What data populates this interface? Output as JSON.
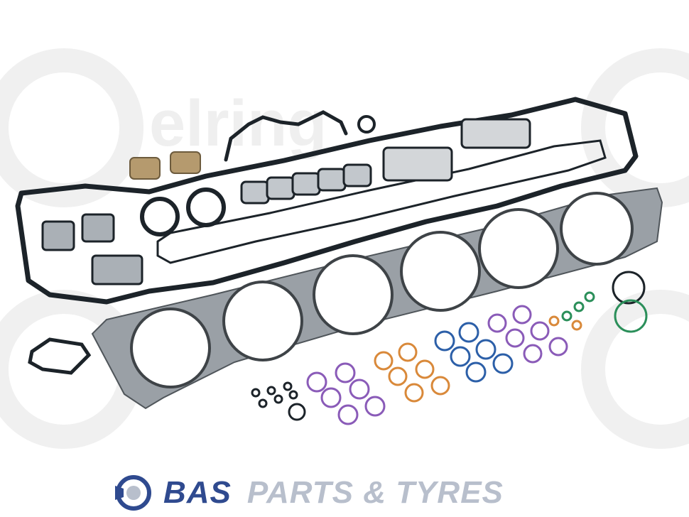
{
  "photo": {
    "subject": "gasket-set-photo",
    "watermark_text": "elring",
    "colors": {
      "gasket_rubber": "#1c2329",
      "head_gasket_steel": "#9aa0a6",
      "watermark": "#f1f1f1",
      "oring_blue": "#2c5fa8",
      "oring_purple": "#8a5bb8",
      "oring_green": "#2b8f5a",
      "oring_orange": "#d9893a",
      "bearing_bronze": "#b59a6e"
    }
  },
  "brand": {
    "name": "BAS",
    "suffix": "PARTS & TYRES",
    "logo_icon": "bas-logo-icon",
    "colors": {
      "primary": "#2f4a8f",
      "secondary": "#b8bfcc"
    }
  }
}
